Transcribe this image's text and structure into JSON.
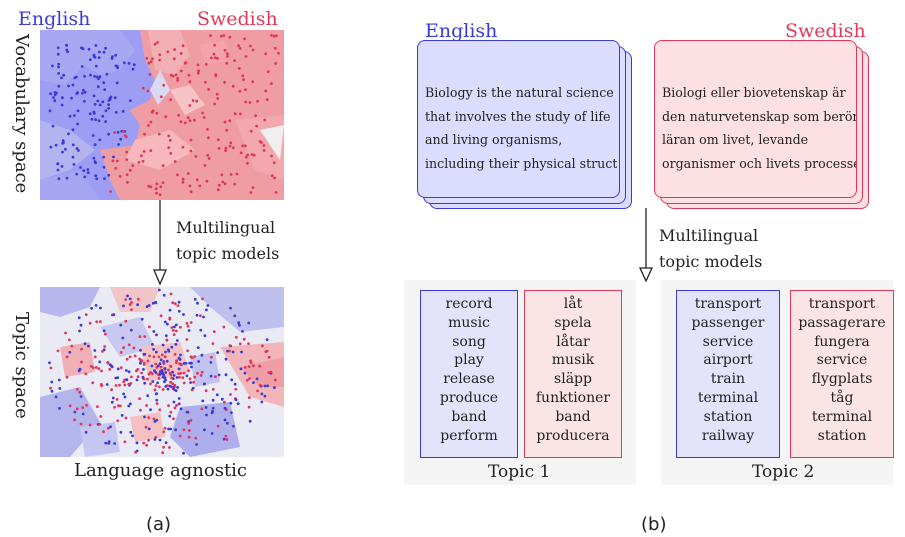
{
  "panel_a": {
    "english_label": "English",
    "swedish_label": "Swedish",
    "vocab_space_label": "Vocabulary space",
    "arrow_label_line1": "Multilingual",
    "arrow_label_line2": "topic models",
    "topic_space_label": "Topic space",
    "bottom_label": "Language agnostic",
    "caption": "(a)"
  },
  "panel_b": {
    "english_label": "English",
    "swedish_label": "Swedish",
    "english_doc_lines": [
      "Biology is the natural science",
      "that involves the study of life",
      "and living organisms,",
      "including their physical struct"
    ],
    "swedish_doc_lines": [
      "Biologi eller biovetenskap är",
      "den naturvetenskap som berör",
      "läran om livet, levande",
      "organismer och livets processer"
    ],
    "arrow_label_line1": "Multilingual",
    "arrow_label_line2": "topic models",
    "topic1": {
      "label": "Topic 1",
      "english_words": [
        "record",
        "music",
        "song",
        "play",
        "release",
        "produce",
        "band",
        "perform"
      ],
      "swedish_words": [
        "låt",
        "spela",
        "låtar",
        "musik",
        "släpp",
        "funktioner",
        "band",
        "producera"
      ]
    },
    "topic2": {
      "label": "Topic 2",
      "english_words": [
        "transport",
        "passenger",
        "service",
        "airport",
        "train",
        "terminal",
        "station",
        "railway"
      ],
      "swedish_words": [
        "transport",
        "passagerare",
        "fungera",
        "service",
        "flygplats",
        "tåg",
        "terminal",
        "station"
      ]
    },
    "caption": "(b)"
  },
  "colors": {
    "english": "#3a3ad8",
    "swedish": "#e0365a"
  }
}
